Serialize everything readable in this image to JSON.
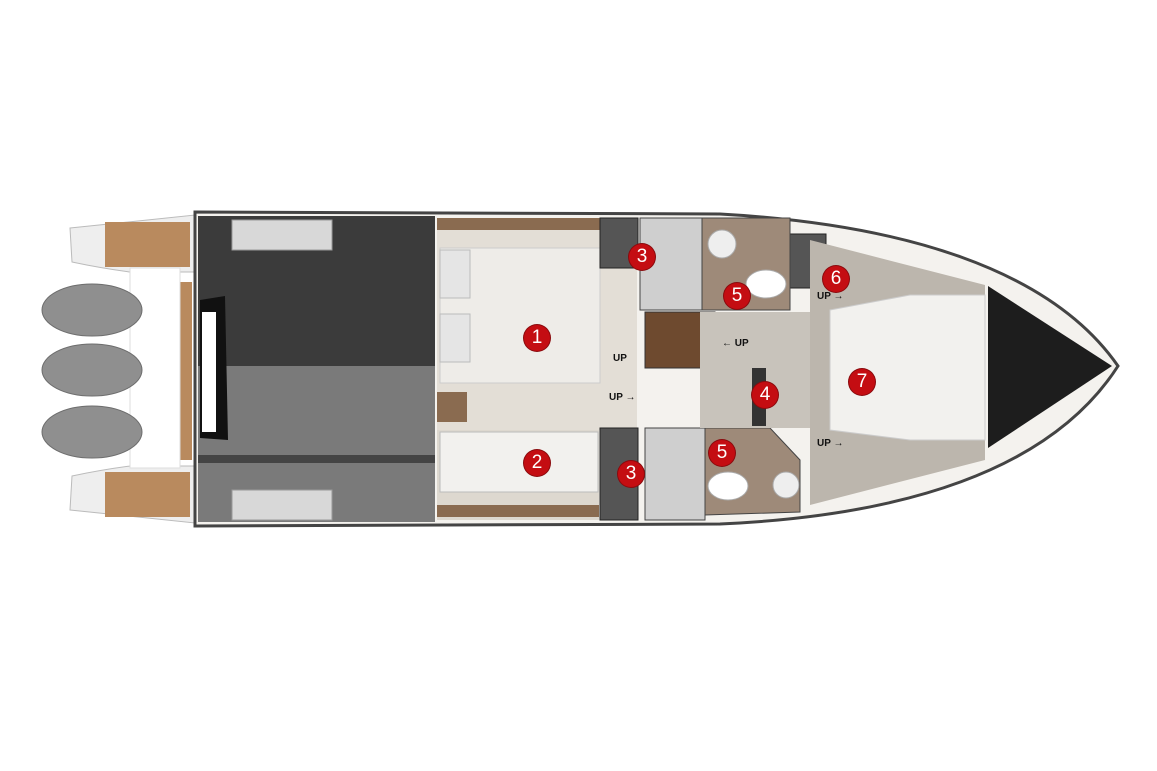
{
  "diagram": {
    "title": "Lower deck layout",
    "markers": [
      "1",
      "2",
      "3",
      "3",
      "4",
      "5",
      "5",
      "6",
      "7"
    ],
    "up_labels": [
      "UP",
      "UP →",
      "← UP",
      "UP →",
      "UP →"
    ],
    "colors": {
      "marker": "#c40d12",
      "deck_teak": "#b98a5e",
      "hull_dark": "#3a3a3a",
      "cabin_floor": "#d9d4cc"
    }
  }
}
